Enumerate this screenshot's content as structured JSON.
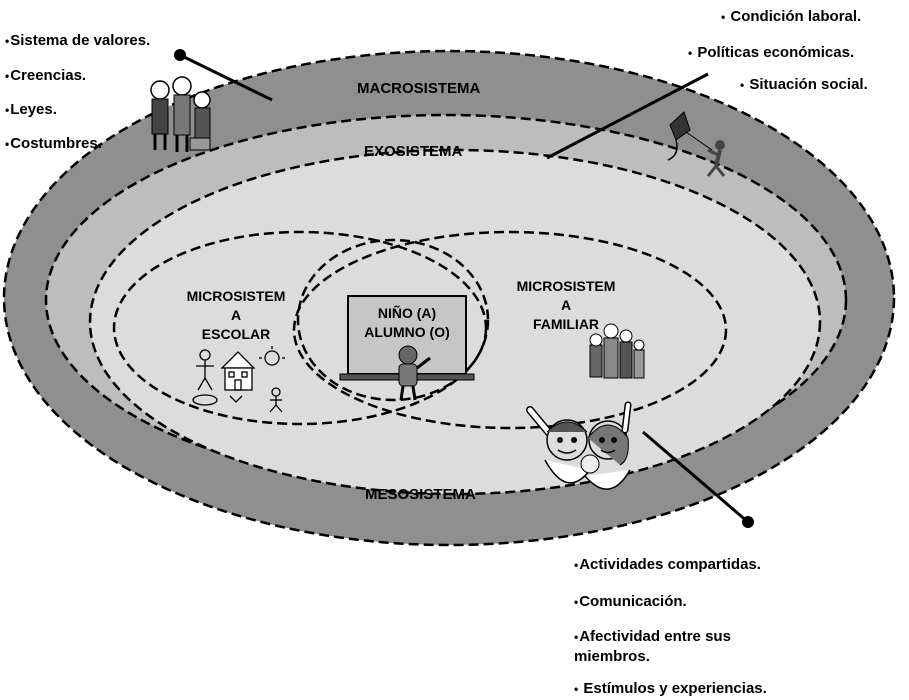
{
  "colors": {
    "background": "#ffffff",
    "macro_fill": "#8f8f8f",
    "exo_fill": "#bdbdbd",
    "meso_fill": "#dcdcdc",
    "line": "#000000",
    "board": "#c6c6c6"
  },
  "icons": [
    "people-clipart-icon",
    "kite-runner-icon",
    "school-drawing-icon",
    "child-at-board-icon",
    "family-group-icon",
    "waving-couple-icon"
  ],
  "rings": {
    "macro": "MACROSISTEMA",
    "exo": "EXOSISTEMA",
    "meso": "MESOSISTEMA"
  },
  "micro": {
    "school": [
      "MICROSISTEM",
      "A",
      "ESCOLAR"
    ],
    "family": [
      "MICROSISTEM",
      "A",
      "FAMILIAR"
    ]
  },
  "center": [
    "NIÑO (A)",
    "ALUMNO (O)"
  ],
  "lists": {
    "top_left": [
      "Sistema de valores.",
      "Creencias.",
      "Leyes.",
      "Costumbres."
    ],
    "top_right": [
      "Condición laboral.",
      "Políticas económicas.",
      "Situación social."
    ],
    "bottom_right": [
      "Actividades compartidas.",
      "Comunicación.",
      "Afectividad entre sus",
      "miembros.",
      "Estímulos y experiencias."
    ]
  },
  "bullet": "•"
}
